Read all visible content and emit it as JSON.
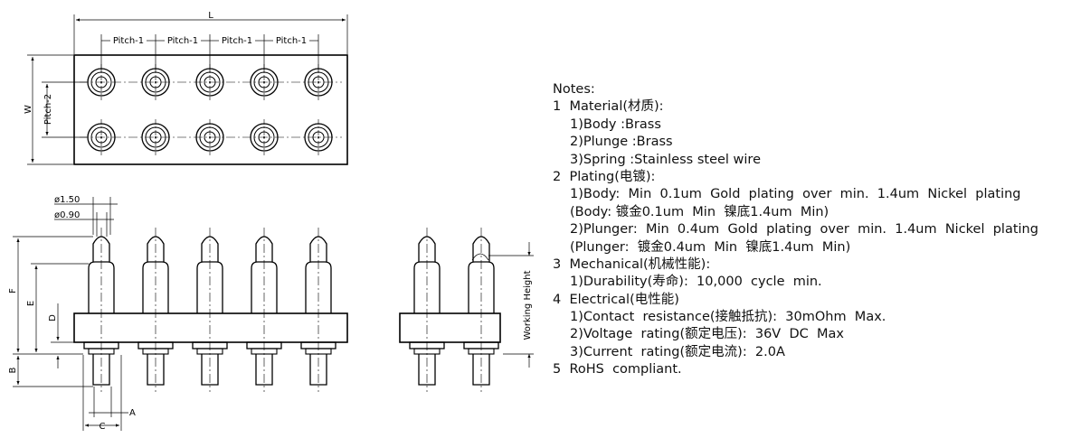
{
  "dimensions": {
    "L": "L",
    "W": "W",
    "pitch1": "Pitch-1",
    "pitch2": "Pitch-2",
    "dia150": "ø1.50",
    "dia090": "ø0.90",
    "F": "F",
    "E": "E",
    "D": "D",
    "B": "B",
    "C": "C",
    "A": "A",
    "working_height": "Working Height"
  },
  "notes": [
    {
      "text": "Notes:",
      "indent": 0
    },
    {
      "text": "1  Material(材质):",
      "indent": 0
    },
    {
      "text": "1)Body :Brass",
      "indent": 1
    },
    {
      "text": "2)Plunge :Brass",
      "indent": 1
    },
    {
      "text": "3)Spring :Stainless steel wire",
      "indent": 1
    },
    {
      "text": "2  Plating(电镀):",
      "indent": 0
    },
    {
      "text": "1)Body:  Min  0.1um  Gold  plating  over  min.  1.4um  Nickel  plating",
      "indent": 1
    },
    {
      "text": "(Body: 镀金0.1um  Min  镍底1.4um  Min)",
      "indent": 1
    },
    {
      "text": "2)Plunger:  Min  0.4um  Gold  plating  over  min.  1.4um  Nickel  plating",
      "indent": 1
    },
    {
      "text": "(Plunger:  镀金0.4um  Min  镍底1.4um  Min)",
      "indent": 1
    },
    {
      "text": "3  Mechanical(机械性能):",
      "indent": 0
    },
    {
      "text": "1)Durability(寿命):  10,000  cycle  min.",
      "indent": 1
    },
    {
      "text": "4  Electrical(电性能)",
      "indent": 0
    },
    {
      "text": "1)Contact  resistance(接触抵抗):  30mOhm  Max.",
      "indent": 1
    },
    {
      "text": "2)Voltage  rating(额定电压):  36V  DC  Max",
      "indent": 1
    },
    {
      "text": "3)Current  rating(额定电流):  2.0A",
      "indent": 1
    },
    {
      "text": "5  RoHS  compliant.",
      "indent": 0
    }
  ]
}
